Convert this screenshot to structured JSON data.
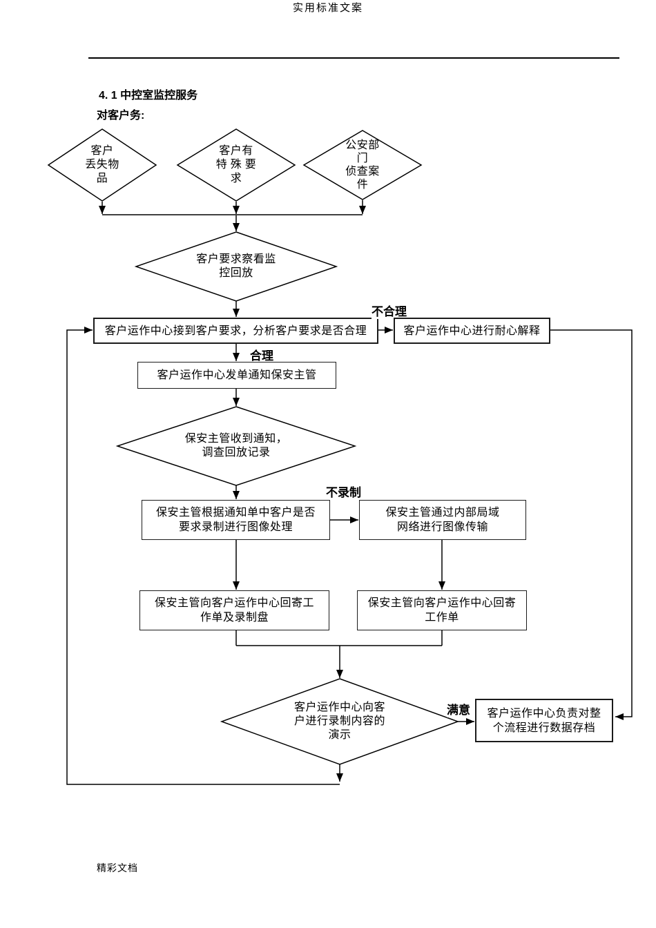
{
  "page": {
    "header": "实用标准文案",
    "title": "4. 1 中控室监控服务",
    "subtitle": "对客户务:",
    "footer": "精彩文档"
  },
  "flowchart": {
    "nodes": {
      "d1": "客户\n丢失物\n品",
      "d2": "客户有\n特 殊 要\n求",
      "d3": "公安部\n门\n侦查案\n件",
      "d4": "客户要求察看监\n控回放",
      "r1": "客户运作中心接到客户要求，分析客户要求是否合理",
      "r2": "客户运作中心进行耐心解释",
      "r3": "客户运作中心发单通知保安主管",
      "d5": "保安主管收到通知，\n调查回放记录",
      "r4": "保安主管根据通知单中客户是否\n要求录制进行图像处理",
      "r5": "保安主管通过内部局域\n网络进行图像传输",
      "r6": "保安主管向客户运作中心回寄工\n作单及录制盘",
      "r7": "保安主管向客户运作中心回寄\n工作单",
      "d6": "客户运作中心向客\n户进行录制内容的\n演示",
      "r8": "客户运作中心负责对整\n个流程进行数据存档"
    },
    "labels": {
      "unreasonable": "不合理",
      "reasonable": "合理",
      "no_record": "不录制",
      "satisfied": "满意"
    },
    "colors": {
      "line": "#000000",
      "node_fill": "#ffffff",
      "text": "#000000"
    }
  }
}
